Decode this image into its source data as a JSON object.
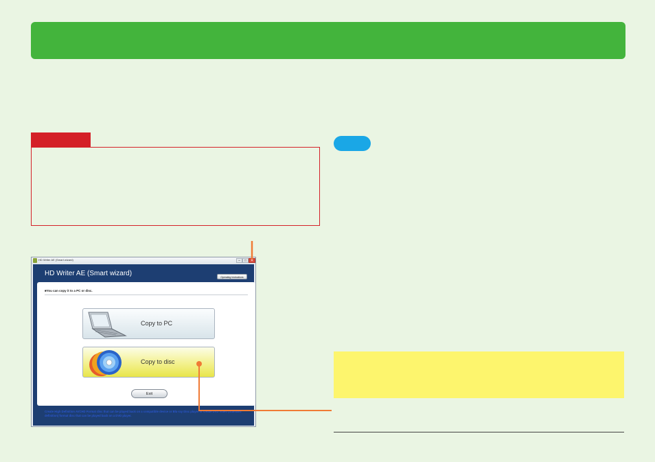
{
  "colors": {
    "header_band": "#43b43c",
    "caution": "#d42027",
    "note_pill": "#1aa7e6",
    "yellow_box": "#fdf56d",
    "callout": "#f07a35",
    "app_blue": "#1d3e72"
  },
  "app_window": {
    "title": "HD Writer AE (Smart wizard)",
    "app_icon": "hd-writer-app-icon",
    "heading": "HD Writer AE (Smart wizard)",
    "operating_instructions": "Operating Instructions",
    "panel_heading": "■You can copy it to a PC or disc.",
    "copy_to_pc": "Copy to PC",
    "copy_to_disc": "Copy to disc",
    "exit": "Exit",
    "bottom_note": "Create High Definition AVCHD Format disc that can be played back on a compatible device or Blu-ray Disc player or create DVD Video (Standard definition) format disc that can be played back on a DVD player."
  }
}
